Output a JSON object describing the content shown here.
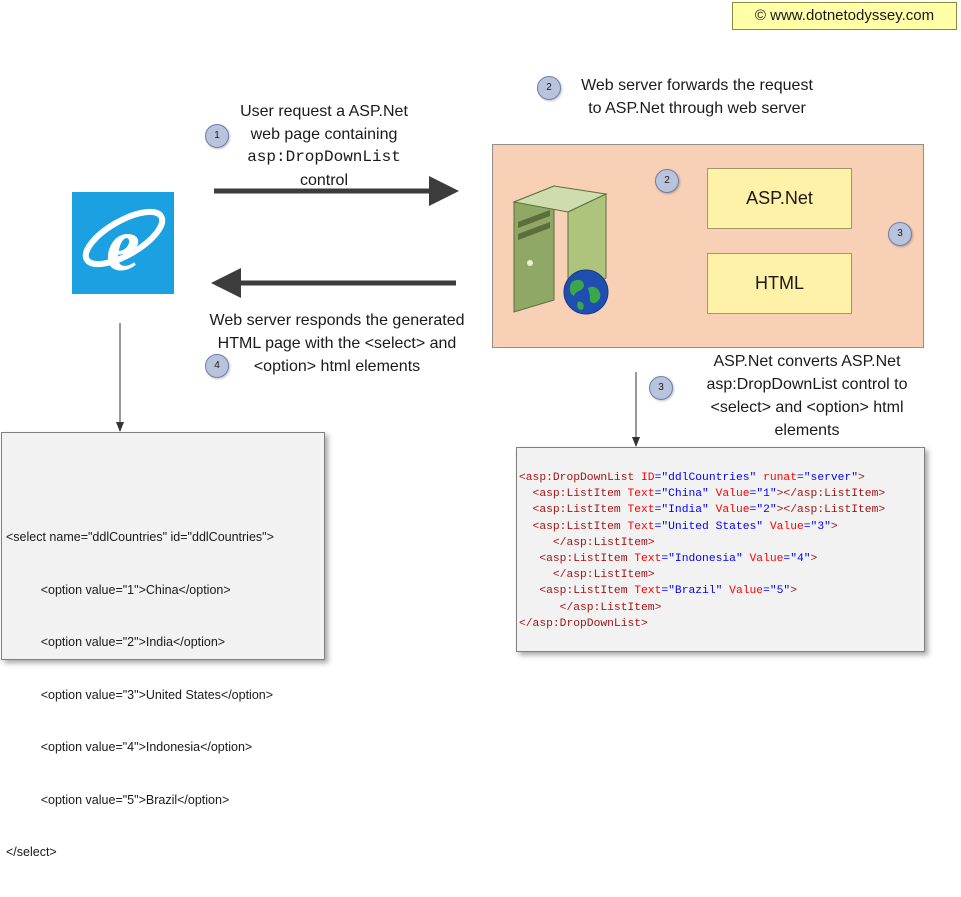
{
  "copyright": "© www.dotnetodyssey.com",
  "step1": {
    "num": "1",
    "line1": "User request a ASP.Net",
    "line2": "web page containing",
    "line3": "asp:DropDownList",
    "line4": "control"
  },
  "step2": {
    "num": "2",
    "line1": "Web server forwards the request",
    "line2": "to ASP.Net through web server"
  },
  "step2_inner": {
    "num": "2"
  },
  "step3_inner": {
    "num": "3"
  },
  "step3": {
    "num": "3",
    "line1": "ASP.Net converts ASP.Net",
    "line2": "asp:DropDownList  control to",
    "line3": "<select> and <option> html",
    "line4": "elements"
  },
  "step4": {
    "num": "4",
    "line1": "Web server responds the generated",
    "line2": "HTML page with the <select> and",
    "line3": "<option> html elements"
  },
  "server_panel": {
    "aspnet_label": "ASP.Net",
    "html_label": "HTML"
  },
  "icons": {
    "browser": "internet-explorer-icon",
    "server": "server-tower-icon",
    "globe": "globe-icon"
  },
  "colors": {
    "panel": "#f7d0b6",
    "box": "#fff1a8",
    "badge": "#b9c3dc",
    "browser_blue": "#1ba1e2",
    "note": "#ffffa8"
  },
  "html_output": [
    "<select name=\"ddlCountries\" id=\"ddlCountries\">",
    "          <option value=\"1\">China</option>",
    "          <option value=\"2\">India</option>",
    "          <option value=\"3\">United States</option>",
    "          <option value=\"4\">Indonesia</option>",
    "          <option value=\"5\">Brazil</option>",
    "</select>"
  ],
  "asp_code": [
    [
      {
        "t": "tag",
        "s": "<asp:DropDownList "
      },
      {
        "t": "att",
        "s": "ID"
      },
      {
        "t": "punct",
        "s": "="
      },
      {
        "t": "val",
        "s": "\"ddlCountries\""
      },
      {
        "t": "att",
        "s": " runat"
      },
      {
        "t": "punct",
        "s": "="
      },
      {
        "t": "val",
        "s": "\"server\""
      },
      {
        "t": "tag",
        "s": ">"
      }
    ],
    [
      {
        "t": "tag",
        "s": "  <asp:ListItem "
      },
      {
        "t": "att",
        "s": "Text"
      },
      {
        "t": "punct",
        "s": "="
      },
      {
        "t": "val",
        "s": "\"China\""
      },
      {
        "t": "att",
        "s": " Value"
      },
      {
        "t": "punct",
        "s": "="
      },
      {
        "t": "val",
        "s": "\"1\""
      },
      {
        "t": "tag",
        "s": "></asp:ListItem>"
      }
    ],
    [
      {
        "t": "tag",
        "s": "  <asp:ListItem "
      },
      {
        "t": "att",
        "s": "Text"
      },
      {
        "t": "punct",
        "s": "="
      },
      {
        "t": "val",
        "s": "\"India\""
      },
      {
        "t": "att",
        "s": " Value"
      },
      {
        "t": "punct",
        "s": "="
      },
      {
        "t": "val",
        "s": "\"2\""
      },
      {
        "t": "tag",
        "s": "></asp:ListItem>"
      }
    ],
    [
      {
        "t": "tag",
        "s": "  <asp:ListItem "
      },
      {
        "t": "att",
        "s": "Text"
      },
      {
        "t": "punct",
        "s": "="
      },
      {
        "t": "val",
        "s": "\"United States\""
      },
      {
        "t": "att",
        "s": " Value"
      },
      {
        "t": "punct",
        "s": "="
      },
      {
        "t": "val",
        "s": "\"3\""
      },
      {
        "t": "tag",
        "s": ">"
      }
    ],
    [
      {
        "t": "tag",
        "s": "     </asp:ListItem>"
      }
    ],
    [
      {
        "t": "tag",
        "s": "   <asp:ListItem "
      },
      {
        "t": "att",
        "s": "Text"
      },
      {
        "t": "punct",
        "s": "="
      },
      {
        "t": "val",
        "s": "\"Indonesia\""
      },
      {
        "t": "att",
        "s": " Value"
      },
      {
        "t": "punct",
        "s": "="
      },
      {
        "t": "val",
        "s": "\"4\""
      },
      {
        "t": "tag",
        "s": ">"
      }
    ],
    [
      {
        "t": "tag",
        "s": "     </asp:ListItem>"
      }
    ],
    [
      {
        "t": "tag",
        "s": "   <asp:ListItem "
      },
      {
        "t": "att",
        "s": "Text"
      },
      {
        "t": "punct",
        "s": "="
      },
      {
        "t": "val",
        "s": "\"Brazil\""
      },
      {
        "t": "att",
        "s": " Value"
      },
      {
        "t": "punct",
        "s": "="
      },
      {
        "t": "val",
        "s": "\"5\""
      },
      {
        "t": "tag",
        "s": ">"
      }
    ],
    [
      {
        "t": "tag",
        "s": "      </asp:ListItem>"
      }
    ],
    [
      {
        "t": "tag",
        "s": "</asp:DropDownList>"
      }
    ]
  ]
}
